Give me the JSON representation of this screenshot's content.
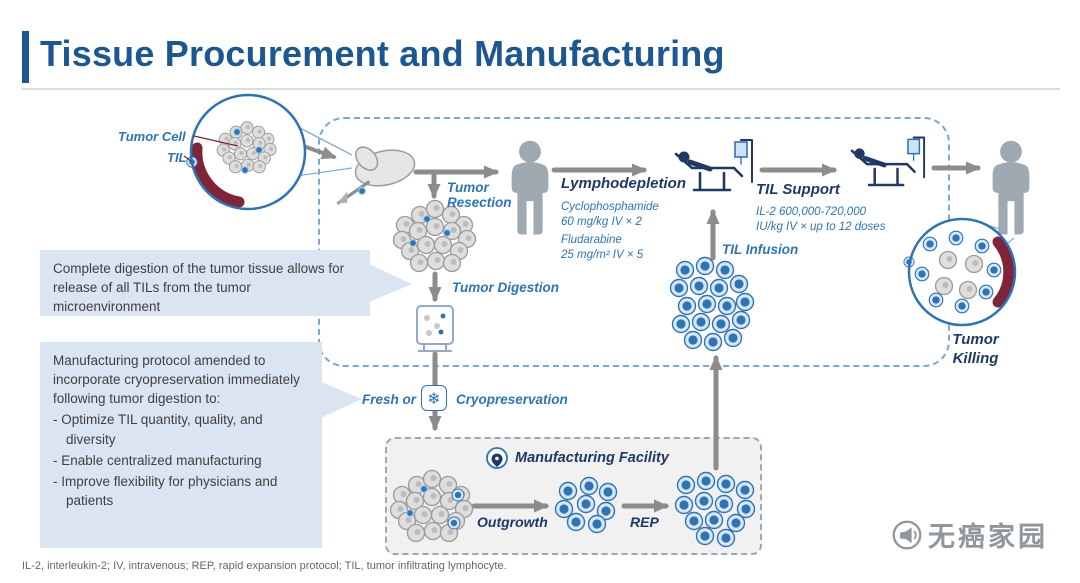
{
  "title": "Tissue Procurement and Manufacturing",
  "inset_left": {
    "tumor_cell": "Tumor Cell",
    "til": "TIL"
  },
  "flow": {
    "tumor_resection": "Tumor Resection",
    "tumor_digestion": "Tumor Digestion",
    "lymphodepletion": {
      "title": "Lymphodepletion",
      "drug1_name": "Cyclophosphamide",
      "drug1_dose": "60 mg/kg IV × 2",
      "drug2_name": "Fludarabine",
      "drug2_dose": "25 mg/m² IV × 5"
    },
    "til_support": {
      "title": "TIL Support",
      "line1": "IL-2 600,000-720,000",
      "line2": "IU/kg IV × up to 12 doses"
    },
    "til_infusion": "TIL Infusion",
    "tumor_killing": "Tumor Killing",
    "fresh_or": "Fresh or",
    "cryopreservation": "Cryopreservation"
  },
  "facility": {
    "title": "Manufacturing Facility",
    "outgrowth": "Outgrowth",
    "rep": "REP"
  },
  "callouts": {
    "digestion_note": "Complete digestion of the tumor tissue allows for release of all TILs from the tumor microenvironment",
    "protocol_note": {
      "intro": "Manufacturing protocol amended to incorporate cryopreservation immediately following tumor digestion to:",
      "bullets": [
        "- Optimize TIL quantity, quality, and diversity",
        "- Enable centralized manufacturing",
        "- Improve flexibility for physicians and patients"
      ]
    }
  },
  "icons": {
    "snowflake": "❄"
  },
  "footnote": "IL-2, interleukin-2; IV, intravenous; REP, rapid expansion protocol; TIL, tumor infiltrating lymphocyte.",
  "watermark": "无癌家园",
  "colors": {
    "title_blue": "#1d578f",
    "accent_blue": "#2e74b5",
    "navy": "#203864",
    "callout_bg": "#dbe5f1",
    "crescent_red": "#7e2638",
    "dashed_border": "#7ba7d4",
    "flow_gray": "#8c8c8c"
  }
}
